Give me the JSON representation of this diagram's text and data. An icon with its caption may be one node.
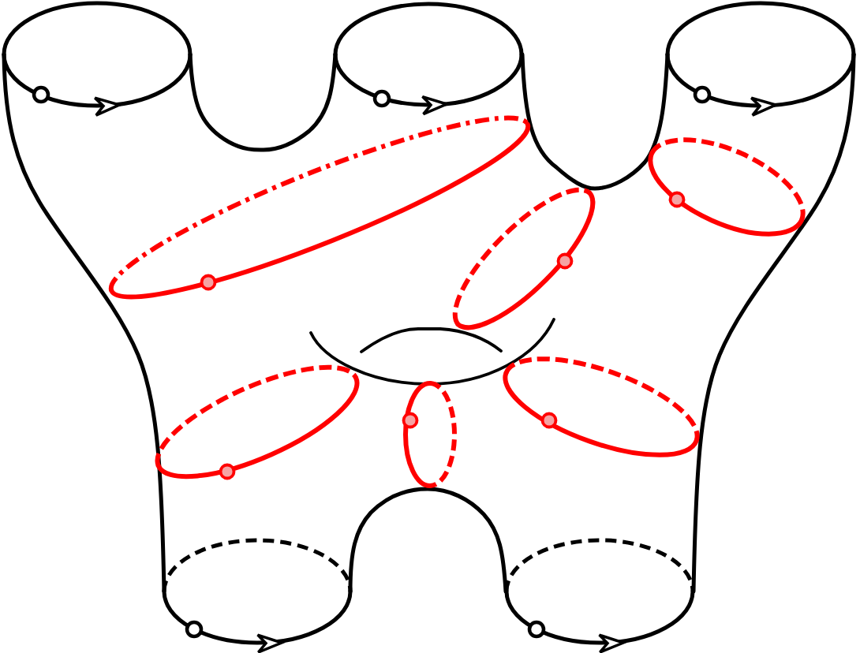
{
  "diagram": {
    "nodes": [
      {
        "text": [],
        "shape": "ellipse"
      },
      {
        "text": [],
        "shape": "ellipse"
      },
      {
        "text": [],
        "shape": "ellipse"
      },
      {
        "text": [],
        "shape": "ellipse"
      },
      {
        "text": [],
        "shape": "ellipse"
      },
      {
        "text": [],
        "shape": "ellipse"
      },
      {
        "text": [],
        "shape": "ellipse"
      },
      {
        "text": [],
        "shape": "ellipse"
      },
      {
        "text": [],
        "shape": "ellipse"
      },
      {
        "text": [],
        "shape": "ellipse"
      },
      {
        "text": [],
        "shape": "ellipse"
      }
    ]
  }
}
